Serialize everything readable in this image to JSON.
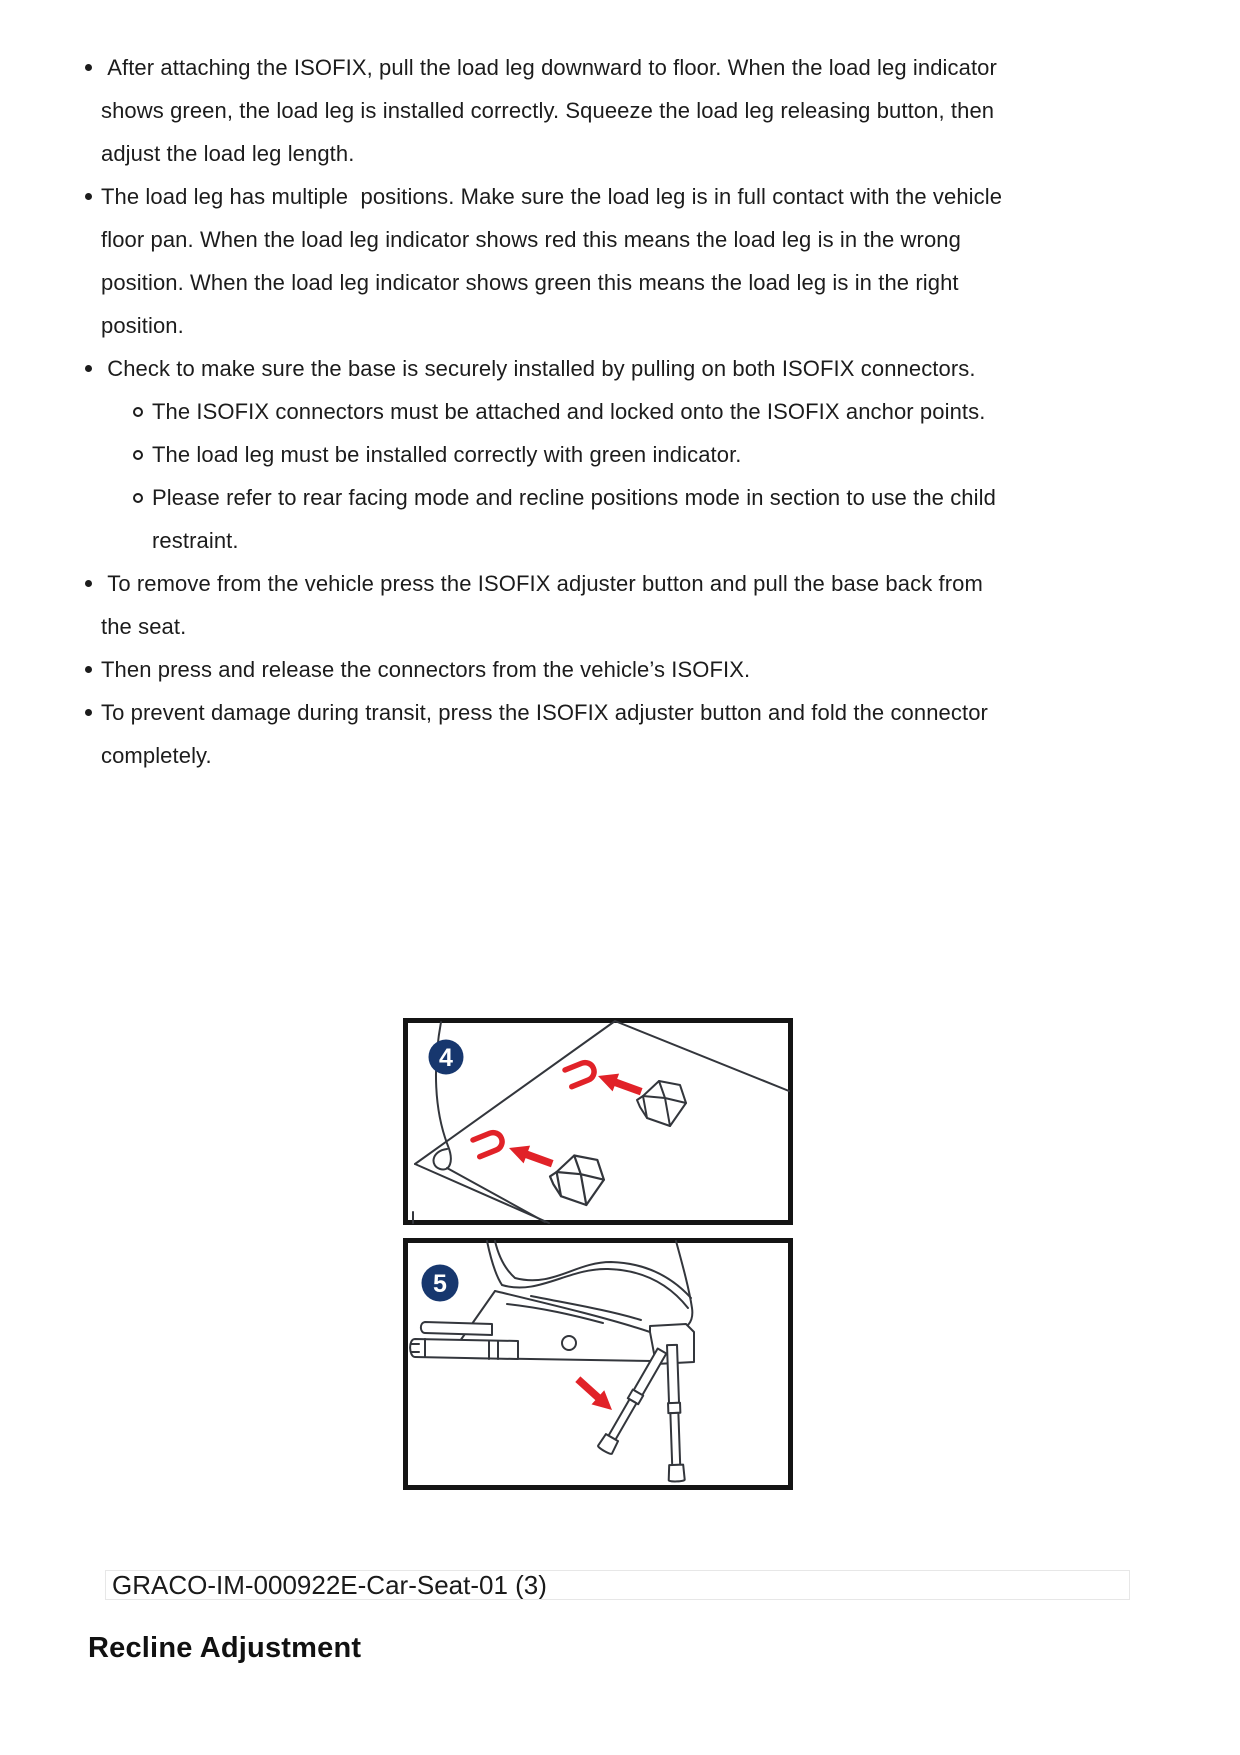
{
  "page": {
    "type": "instruction-manual-page"
  },
  "bullets": [
    {
      "level": 1,
      "text": " After attaching the ISOFIX, pull the load leg downward to floor. When the load leg indicator shows green, the load leg is installed correctly. Squeeze the load leg releasing button, then adjust the load leg length."
    },
    {
      "level": 1,
      "text": "The load leg has multiple  positions. Make sure the load leg is in full contact with the vehicle floor pan. When the load leg indicator shows red this means the load leg is in the wrong position. When the load leg indicator shows green this means the load leg is in the right position."
    },
    {
      "level": 1,
      "text": " Check to make sure the base is securely installed by pulling on both ISOFIX connectors."
    },
    {
      "level": 2,
      "text": "The ISOFIX connectors must be attached and locked onto the ISOFIX anchor points."
    },
    {
      "level": 2,
      "text": "The load leg must be installed correctly with green indicator."
    },
    {
      "level": 2,
      "text": "Please refer to rear facing mode and recline positions mode in section to use the child restraint."
    },
    {
      "level": 1,
      "text": " To remove from the vehicle press the ISOFIX adjuster button and pull the base back from the seat."
    },
    {
      "level": 1,
      "text": "Then press and release the connectors from the vehicle’s ISOFIX."
    },
    {
      "level": 1,
      "text": "To prevent damage during transit, press the ISOFIX adjuster button and fold the connector completely."
    }
  ],
  "figures": [
    {
      "number": "4",
      "name": "isofix-anchor-points-diagram"
    },
    {
      "number": "5",
      "name": "load-leg-fold-diagram"
    }
  ],
  "caption": "GRACO-IM-000922E-Car-Seat-01 (3)",
  "heading": "Recline Adjustment",
  "colors": {
    "badge_blue": "#17376e",
    "arrow_red": "#e12228",
    "line_art": "#33363c",
    "frame_border": "#141414",
    "caption_border": "#e7e7e7",
    "text": "#1c1c1c"
  }
}
